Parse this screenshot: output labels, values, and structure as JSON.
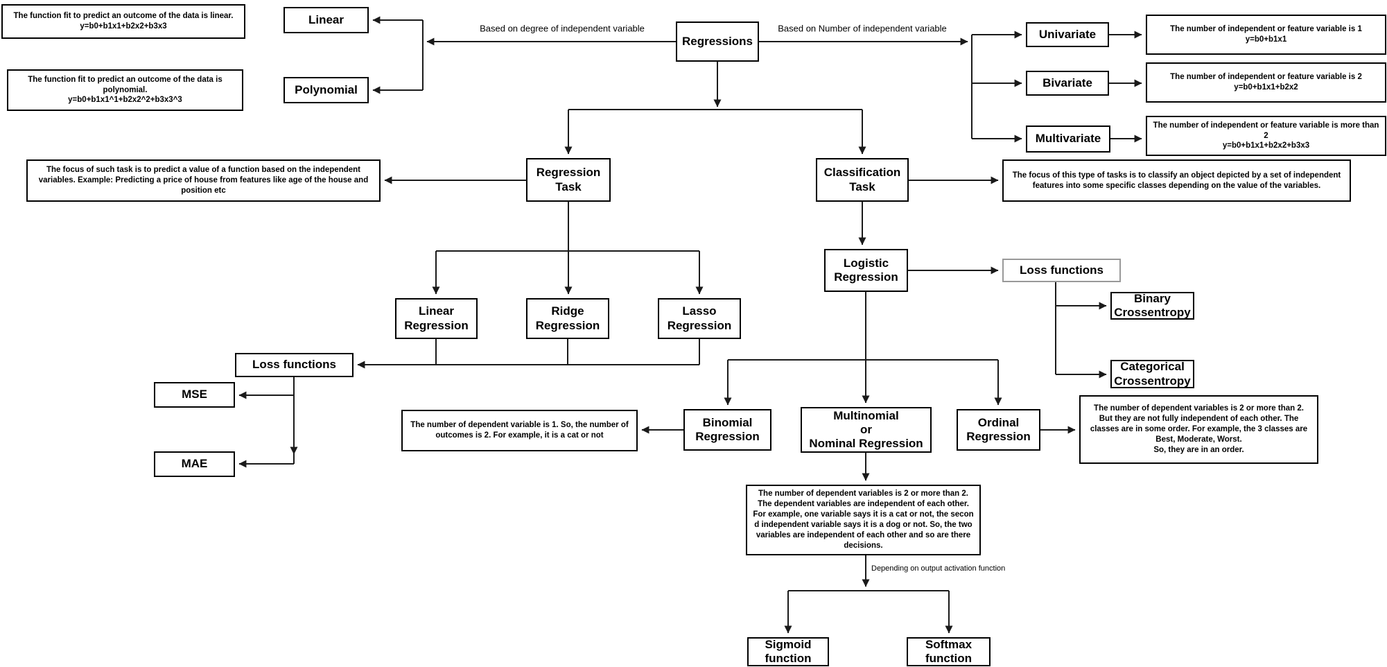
{
  "nodes": {
    "regressions": "Regressions",
    "linear": "Linear",
    "polynomial": "Polynomial",
    "univariate": "Univariate",
    "bivariate": "Bivariate",
    "multivariate": "Multivariate",
    "regression_task": "Regression\nTask",
    "classification_task": "Classification\nTask",
    "linear_regression": "Linear\nRegression",
    "ridge_regression": "Ridge\nRegression",
    "lasso_regression": "Lasso\nRegression",
    "loss_functions_left": "Loss functions",
    "mse": "MSE",
    "mae": "MAE",
    "logistic_regression": "Logistic\nRegression",
    "loss_functions_right": "Loss functions",
    "binary_crossentropy": "Binary\nCrossentropy",
    "categorical_crossentropy": "Categorical\nCrossentropy",
    "binomial_regression": "Binomial\nRegression",
    "multinomial_regression": "Multinomial\nor\nNominal Regression",
    "ordinal_regression": "Ordinal\nRegression",
    "sigmoid_function": "Sigmoid\nfunction",
    "softmax_function": "Softmax\nfunction"
  },
  "descriptions": {
    "linear": "The function fit to predict an outcome of the data is linear.\ny=b0+b1x1+b2x2+b3x3",
    "polynomial": "The function fit to predict an outcome of the data is\npolynomial.\ny=b0+b1x1^1+b2x2^2+b3x3^3",
    "univariate": "The number of independent or feature variable is 1\ny=b0+b1x1",
    "bivariate": "The number of independent or feature variable is 2\ny=b0+b1x1+b2x2",
    "multivariate": "The number of independent or feature variable is more than\n2\ny=b0+b1x1+b2x2+b3x3",
    "regression_task": "The focus of such task is to predict a value  of a function based on the independent\nvariables. Example: Predicting a price of house from features like age of the house and\nposition etc",
    "classification_task": "The focus of this type of tasks is to classify an object depicted by a set of independent\nfeatures into some specific classes depending on the value of the variables.",
    "binomial": "The number of dependent variable is 1. So, the number of\noutcomes is 2. For example, it is a cat or not",
    "multinomial": "The number of dependent variables is 2 or more than 2.\nThe dependent variables are independent of each other.\nFor example, one variable says it is a cat or not, the secon\nd independent variable says it is a dog or not. So, the two\nvariables are independent of each other and so are there\ndecisions.",
    "ordinal": "The number of dependent variables is 2 or more than 2.\nBut they are not fully independent of each other. The\nclasses are in some order. For example, the 3 classes are\nBest, Moderate, Worst.\nSo, they are in an order."
  },
  "edge_labels": {
    "degree": "Based on degree of independent variable",
    "number": "Based on Number of independent variable",
    "activation": "Depending on output activation function"
  },
  "colors": {
    "background": "#ffffff",
    "line": "#1a1a1a",
    "box_border": "#000000",
    "loss_right_border": "#999999",
    "text": "#000000"
  }
}
